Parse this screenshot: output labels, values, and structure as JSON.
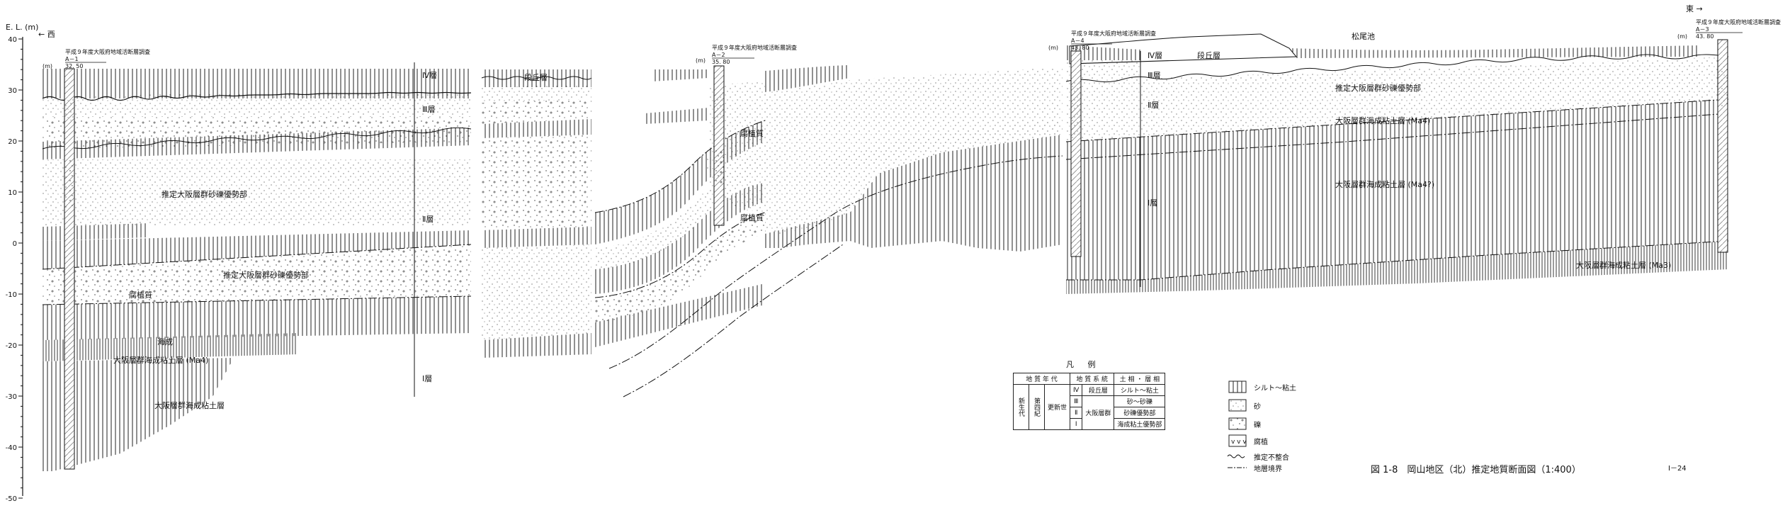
{
  "header": {
    "axis_title": "E. L. (m)",
    "west_label": "← 西",
    "east_label": "東 →",
    "y_ticks": [
      "40",
      "30",
      "20",
      "10",
      "0",
      "-10",
      "-20",
      "-30",
      "-40",
      "-50"
    ]
  },
  "boreholes": [
    {
      "survey": "平成９年度大阪府地域活断層調査",
      "id": "A－1",
      "elev": "32. 50",
      "unit": "(m)"
    },
    {
      "survey": "平成９年度大阪府地域活断層調査",
      "id": "A－2",
      "elev": "35. 80",
      "unit": "(m)"
    },
    {
      "survey": "平成９年度大阪府地域活断層調査",
      "id": "A－4",
      "elev": "43. 80",
      "unit": "(m)"
    },
    {
      "survey": "平成９年度大阪府地域活断層調査",
      "id": "A－3",
      "elev": "43. 80",
      "unit": "(m)"
    }
  ],
  "section_labels": {
    "layer_IV_a": "Ⅳ層",
    "layer_III_a": "Ⅲ層",
    "layer_II_a": "Ⅱ層",
    "layer_I_a": "Ⅰ層",
    "layer_IV_b": "Ⅳ層",
    "layer_III_b": "Ⅲ層",
    "layer_II_b": "Ⅱ層",
    "layer_I_b": "Ⅰ層",
    "terrace_a": "段丘層",
    "terrace_b": "段丘層",
    "pond": "松尾池",
    "gravel_a": "推定大阪層群砂礫優勢部",
    "gravel_b": "推定大阪層群砂礫優勢部",
    "gravel_c": "推定大阪層群砂礫優勢部",
    "humic_a": "腐植質",
    "humic_b": "腐植質",
    "humic_c": "腐植質",
    "marine": "海成",
    "ma4_a": "大阪層群海成粘土層 (Ma4)",
    "ma4_b": "大阪層群海成粘土層 (Ma4)",
    "ma4q": "大阪層群海成粘土層 (Ma4?)",
    "clay": "大阪層群海成粘土層",
    "ma3": "大阪層群海成粘土層 (Ma3)"
  },
  "legend": {
    "title": "凡 例",
    "headers": [
      "地 質 年 代",
      "地 質 系 統",
      "土 相 ・ 層 相"
    ],
    "era": "新生代",
    "period": "第四紀",
    "epoch": "更新世",
    "rows": [
      {
        "unit": "Ⅳ",
        "system": "段丘層",
        "facies": "シルト～粘土"
      },
      {
        "unit": "Ⅲ",
        "system": "大阪層群",
        "facies": "砂～砂礫"
      },
      {
        "unit": "Ⅱ",
        "system": "",
        "facies": "砂礫優勢部"
      },
      {
        "unit": "Ⅰ",
        "system": "",
        "facies": "海成粘土優勢部"
      }
    ],
    "symbols": [
      {
        "icon": "vertical-hatch-icon",
        "label": "シルト～粘土"
      },
      {
        "icon": "sand-dots-icon",
        "label": "砂"
      },
      {
        "icon": "gravel-icon",
        "label": "礫"
      },
      {
        "icon": "humus-v-icon",
        "label": "腐植"
      },
      {
        "icon": "wavy-line-icon",
        "label": "推定不整合"
      },
      {
        "icon": "dash-dot-line-icon",
        "label": "地層境界"
      }
    ]
  },
  "caption": "図 1-8　岡山地区（北）推定地質断面図（1:400）",
  "page_number": "Ⅰ－24"
}
